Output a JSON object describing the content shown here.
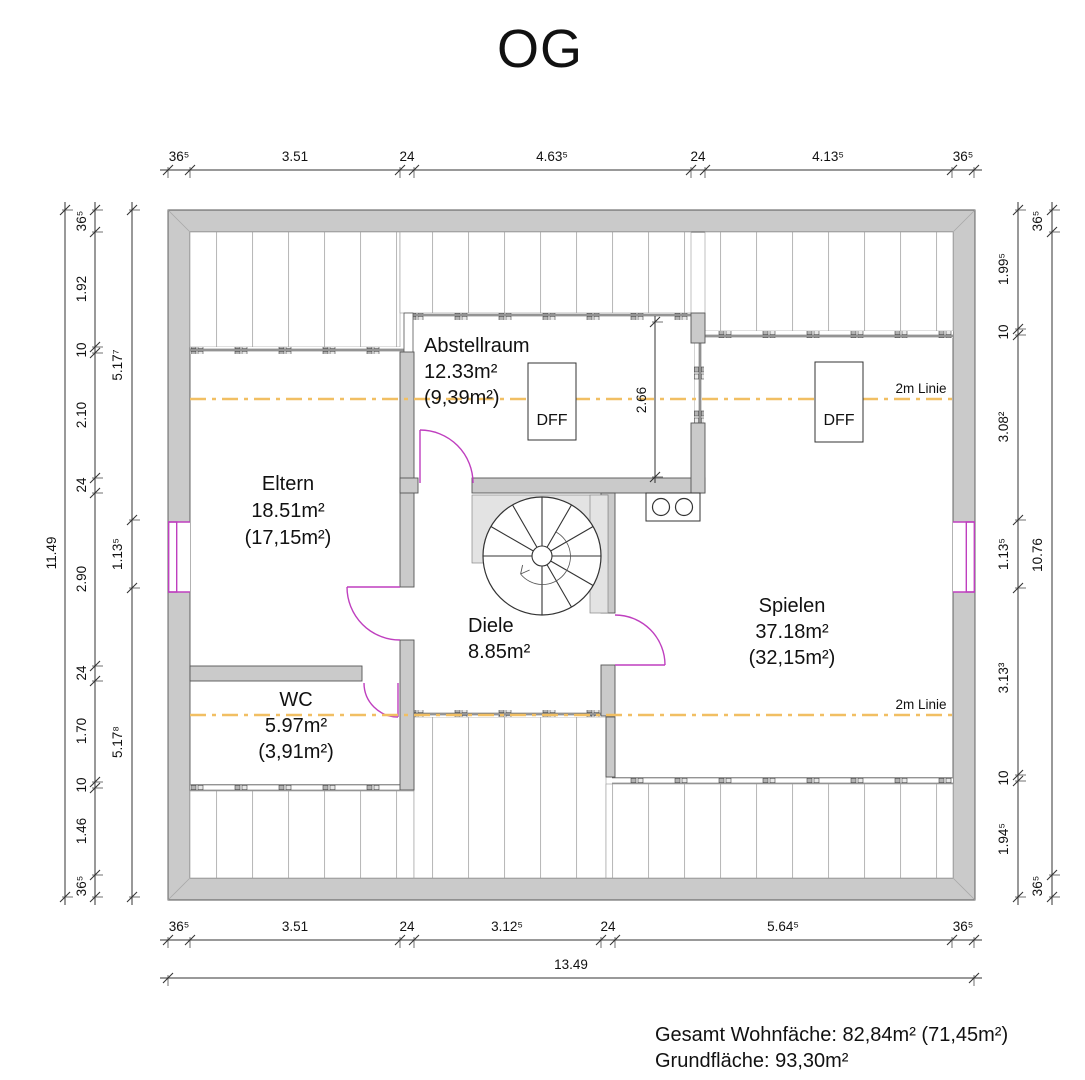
{
  "title": "OG",
  "summary": {
    "line1": "Gesamt Wohnfäche: 82,84m² (71,45m²)",
    "line2": "Grundfläche: 93,30m²"
  },
  "rooms": {
    "abstellraum": {
      "name": "Abstellraum",
      "area": "12.33m²",
      "roof_area": "(9,39m²)"
    },
    "eltern": {
      "name": "Eltern",
      "area": "18.51m²",
      "roof_area": "(17,15m²)"
    },
    "wc": {
      "name": "WC",
      "area": "5.97m²",
      "roof_area": "(3,91m²)"
    },
    "diele": {
      "name": "Diele",
      "area": "8.85m²"
    },
    "spielen": {
      "name": "Spielen",
      "area": "37.18m²",
      "roof_area": "(32,15m²)"
    }
  },
  "annotations": {
    "dff": "DFF",
    "two_m_line": "2m Linie",
    "abstellraum_width": "2.66"
  },
  "dimensions": {
    "top": [
      "36⁵",
      "3.51",
      "24",
      "4.63⁵",
      "24",
      "4.13⁵",
      "36⁵"
    ],
    "bottom": [
      "36⁵",
      "3.51",
      "24",
      "3.12⁵",
      "24",
      "5.64⁵",
      "36⁵"
    ],
    "bottom_total": "13.49",
    "left_outer": "11.49",
    "left_chain": [
      "36⁵",
      "1.92",
      "10",
      "2.10",
      "24",
      "2.90",
      "24",
      "1.70",
      "10",
      "1.46",
      "36⁵"
    ],
    "left_mid": [
      "5.17⁷",
      "1.13⁵",
      "5.17⁸"
    ],
    "right_chain": [
      "1.99⁵",
      "10",
      "3.08²",
      "1.13⁵",
      "3.13³",
      "10",
      "1.94⁵"
    ],
    "right_outer": [
      "36⁵",
      "10.76",
      "36⁵"
    ]
  },
  "colors": {
    "wall_fill": "#cacaca",
    "door_window": "#bf3fbf",
    "line_2m": "#f1bf63",
    "hatch_line": "#b9b9b9"
  }
}
